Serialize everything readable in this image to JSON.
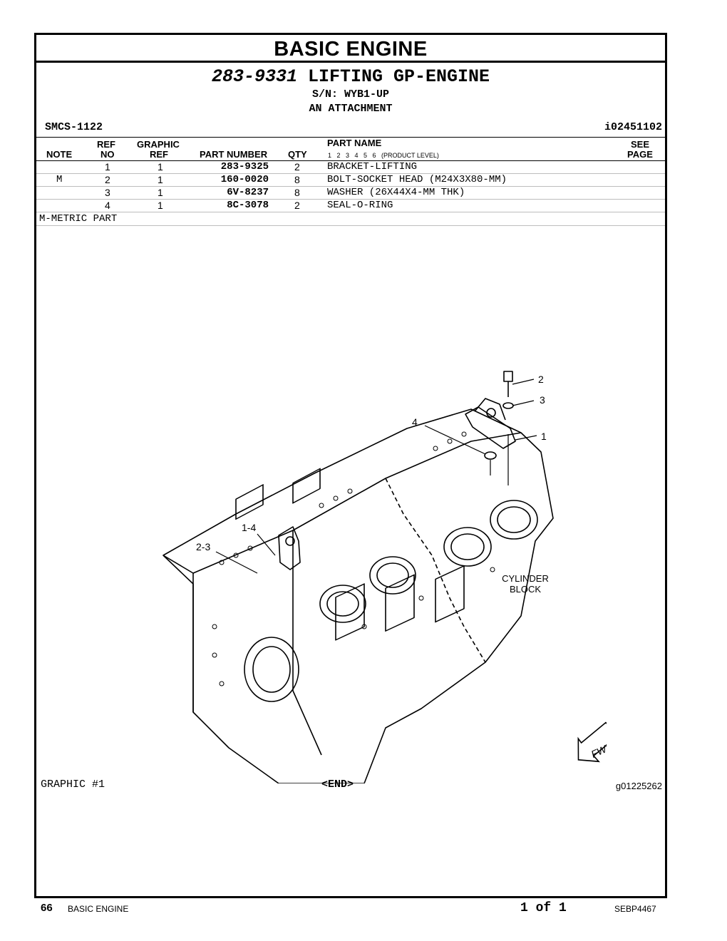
{
  "section_title": "BASIC ENGINE",
  "group": {
    "part_number": "283-9331",
    "name": "LIFTING GP-ENGINE",
    "serial": "S/N: WYB1-UP",
    "type": "AN ATTACHMENT"
  },
  "smcs": "SMCS-1122",
  "illustration_id": "i02451102",
  "columns": {
    "note": "NOTE",
    "ref": "REF",
    "no": "NO",
    "graphic": "GRAPHIC",
    "graphic_ref": "REF",
    "part_number": "PART NUMBER",
    "qty": "QTY",
    "part_name": "PART NAME",
    "levels": "1   2   3   4   5   6   (PRODUCT LEVEL)",
    "see": "SEE",
    "page": "PAGE"
  },
  "rows": [
    {
      "note": "",
      "ref_no": "1",
      "graphic_ref": "1",
      "part_number": "283-9325",
      "qty": "2",
      "part_name": "BRACKET-LIFTING"
    },
    {
      "note": "M",
      "ref_no": "2",
      "graphic_ref": "1",
      "part_number": "160-0020",
      "qty": "8",
      "part_name": "BOLT-SOCKET HEAD (M24X3X80-MM)"
    },
    {
      "note": "",
      "ref_no": "3",
      "graphic_ref": "1",
      "part_number": "6V-8237",
      "qty": "8",
      "part_name": "WASHER (26X44X4-MM THK)"
    },
    {
      "note": "",
      "ref_no": "4",
      "graphic_ref": "1",
      "part_number": "8C-3078",
      "qty": "2",
      "part_name": "SEAL-O-RING"
    }
  ],
  "footnote": "M-METRIC PART",
  "illustration": {
    "callouts": {
      "c2": "2",
      "c3": "3",
      "c1": "1",
      "c4": "4",
      "c14": "1-4",
      "c23": "2-3"
    },
    "block_label_1": "CYLINDER",
    "block_label_2": "BLOCK",
    "fwd": "FWD"
  },
  "graphic_label": "GRAPHIC #1",
  "end_label": "<END>",
  "graphic_id": "g01225262",
  "footer": {
    "page_number": "66",
    "section": "BASIC ENGINE",
    "page_of": "1 of 1",
    "doc_id": "SEBP4467"
  }
}
